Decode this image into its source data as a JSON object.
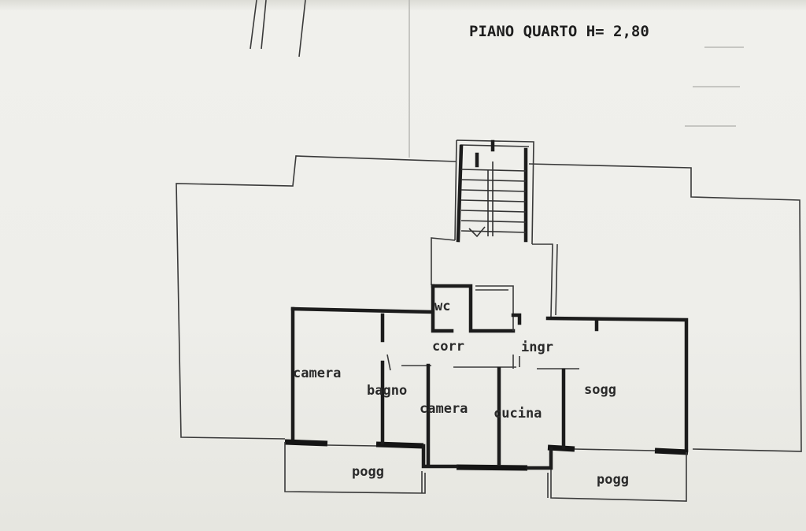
{
  "floor_title": "PIANO QUARTO H= 2,80",
  "rooms": {
    "wc": "wc",
    "corridor": "corr",
    "entrance": "ingr",
    "bedroom_left": "camera",
    "bathroom": "bagno",
    "bedroom_center": "camera",
    "kitchen": "cucina",
    "living": "sogg",
    "balcony_left": "pogg",
    "balcony_right": "pogg"
  }
}
